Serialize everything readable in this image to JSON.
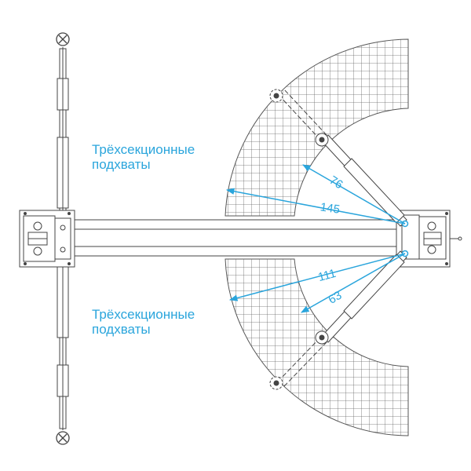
{
  "labels": {
    "arms_top": {
      "line1": "Трёхсекционные",
      "line2": "подхваты"
    },
    "arms_bottom": {
      "line1": "Трёхсекционные",
      "line2": "подхваты"
    }
  },
  "dimensions": {
    "upper_short": "76",
    "upper_long": "145",
    "lower_long": "111",
    "lower_short": "63"
  },
  "colors": {
    "line": "#444444",
    "accent": "#2aa5dc",
    "grid": "#666666"
  }
}
